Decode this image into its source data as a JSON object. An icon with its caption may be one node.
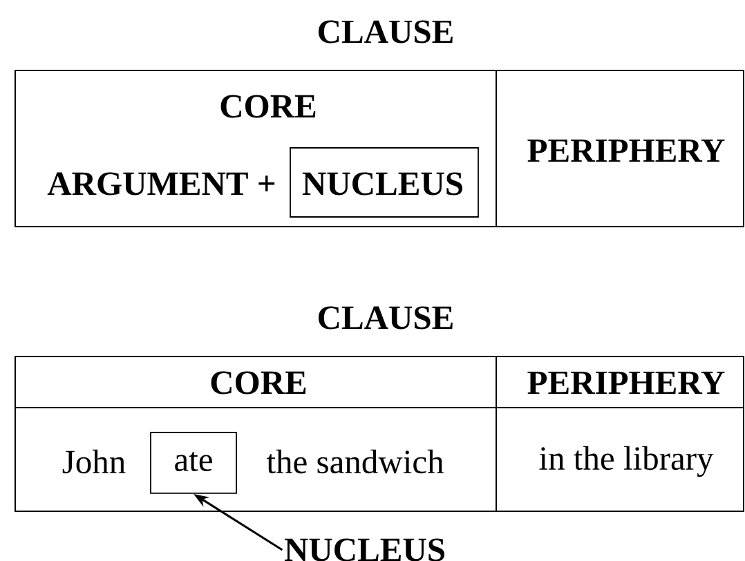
{
  "diagram": {
    "nodes": [
      {
        "text": [
          "CLAUSE"
        ]
      },
      {
        "text": [
          "CORE",
          "ARGUMENT +"
        ],
        "in": 0
      },
      {
        "text": [
          "NUCLEUS"
        ],
        "in": 1
      },
      {
        "text": [
          "PERIPHERY"
        ],
        "in": 0
      },
      {
        "text": [
          "CLAUSE"
        ]
      },
      {
        "text": [
          "CORE"
        ],
        "in": 4
      },
      {
        "text": [
          "PERIPHERY"
        ],
        "in": 4
      },
      {
        "text": [
          "John",
          "the sandwich"
        ],
        "in": 4
      },
      {
        "text": [
          "ate"
        ],
        "in": 7
      },
      {
        "text": [
          "in the library"
        ],
        "in": 4
      },
      {
        "text": [
          "NUCLEUS"
        ]
      }
    ],
    "edges": [
      {
        "from": 10,
        "to": 8,
        "arrow": "to"
      }
    ]
  }
}
